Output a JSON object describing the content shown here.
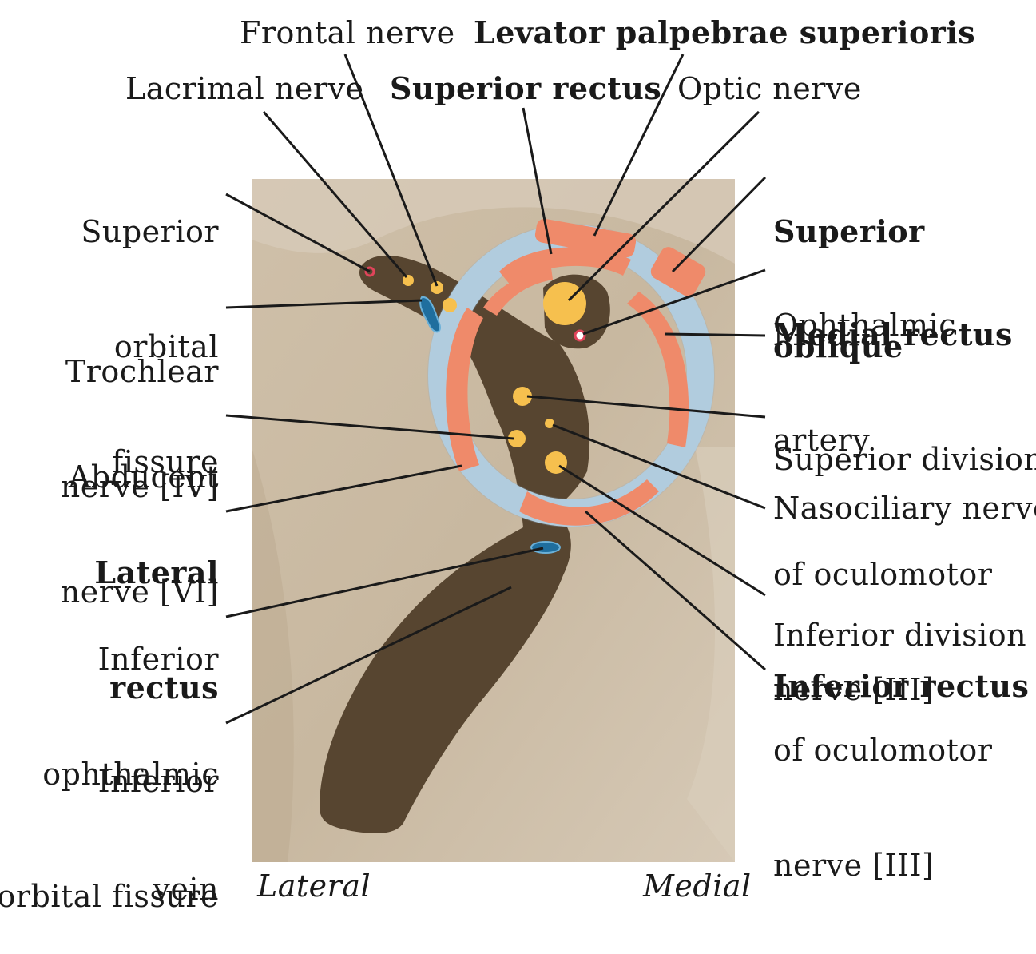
{
  "labels_top": {
    "frontal_nerve": "Frontal nerve",
    "levator": "Levator palpebrae superioris",
    "lacrimal_nerve": "Lacrimal nerve",
    "superior_rectus": "Superior rectus",
    "optic_nerve": "Optic nerve"
  },
  "labels_left": {
    "sup_orbital_fissure": [
      "Superior",
      "orbital",
      "fissure"
    ],
    "trochlear": [
      "Trochlear",
      "nerve [IV]"
    ],
    "abducent": [
      "Abducent",
      "nerve [VI]"
    ],
    "lateral_rectus": [
      "Lateral",
      "rectus"
    ],
    "inf_ophthalmic_vein": [
      "Inferior",
      "ophthalmic",
      "vein"
    ],
    "inf_orbital_fissure": [
      "Inferior",
      "orbital fissure"
    ]
  },
  "labels_right": {
    "superior_oblique": [
      "Superior",
      "oblique"
    ],
    "ophthalmic_artery": [
      "Ophthalmic",
      "artery"
    ],
    "medial_rectus": "Medial rectus",
    "sup_div_oculomotor": [
      "Superior division",
      "of oculomotor",
      "nerve [III]"
    ],
    "nasociliary": "Nasociliary nerve",
    "inf_div_oculomotor": [
      "Inferior division",
      "of oculomotor",
      "nerve [III]"
    ],
    "inferior_rectus": "Inferior rectus"
  },
  "orientation": {
    "lateral": "Lateral",
    "medial": "Medial"
  },
  "colors": {
    "background_bone": "#c9b9a2",
    "fissure": "#574530",
    "muscle": "#ef8a6a",
    "ring": "#bcd9ea",
    "nerve": "#f6c04e",
    "vein": "#1f6e9e",
    "artery": "#e0445a"
  }
}
